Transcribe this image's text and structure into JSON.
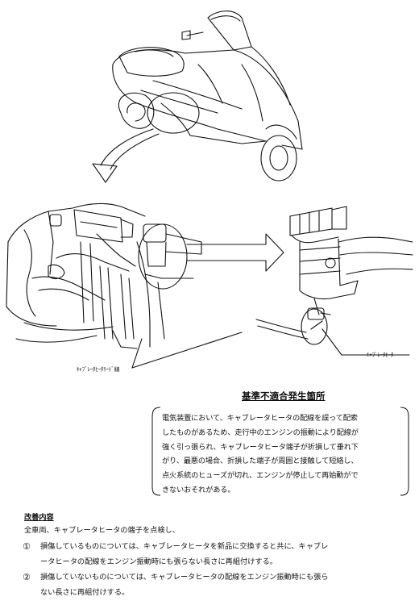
{
  "labels": {
    "heater_lead_wire": "ｷｬﾌﾞﾚｰﾀﾋｰﾀﾘｰﾄﾞ線",
    "heater": "ｷｬﾌﾞﾚｰﾀﾋｰﾀ"
  },
  "defect_location_heading": "基準不適合発生箇所",
  "defect_description_lines": [
    "電気装置において、キャブレータヒータの配線を誤って配索",
    "したものがあるため、走行中のエンジンの振動により配線が",
    "強く引っ張られ、キャブレータヒータ端子が折損して垂れ下",
    "がり、最悪の場合、折損した端子が周囲と接触して短絡し、",
    "点火系統のヒューズが切れ、エンジンが停止して再始動がで",
    "きないおそれがある。"
  ],
  "remedy": {
    "heading": "改善内容",
    "lead": "全車両、キャブレータヒータの端子を点検し、",
    "items": [
      {
        "mark": "①",
        "lines": [
          "損傷しているものについては、キャブレータヒータを新品に交換すると共に、キャブレ",
          "ータヒータの配線をエンジン振動時にも張らない長さに再組付けする。"
        ]
      },
      {
        "mark": "②",
        "lines": [
          "損傷していないものについては、キャブレータヒータの配線をエンジン振動時にも張ら",
          "ない長さに再組付けする。"
        ]
      }
    ]
  }
}
